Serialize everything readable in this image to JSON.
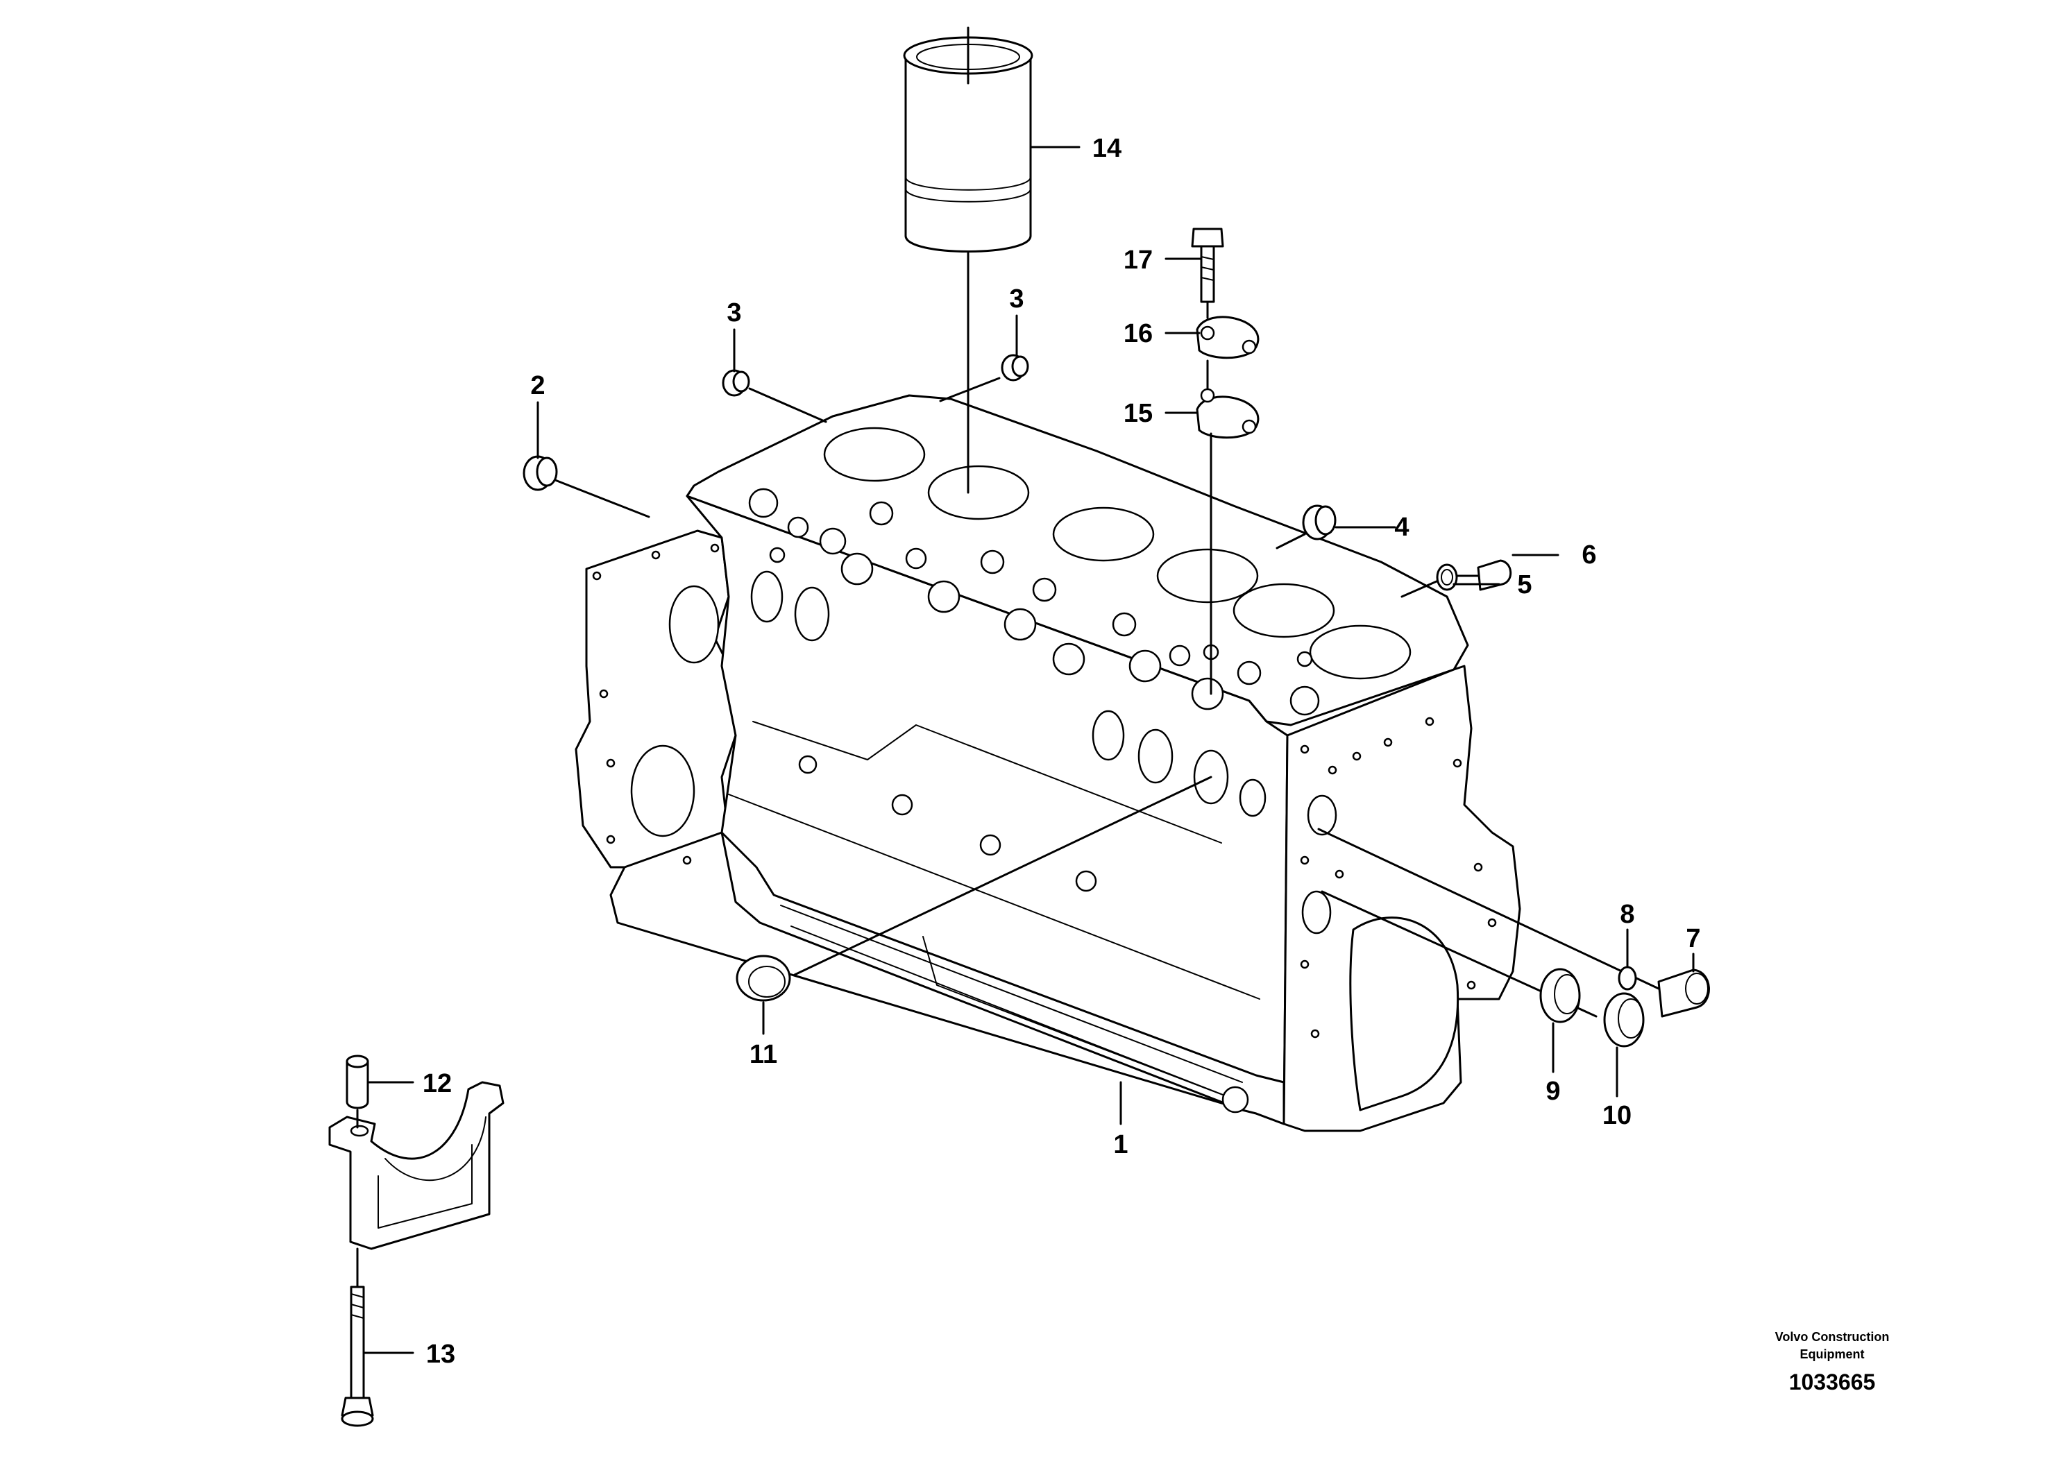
{
  "callouts": [
    {
      "id": "1",
      "label": "1"
    },
    {
      "id": "2",
      "label": "2"
    },
    {
      "id": "3a",
      "label": "3"
    },
    {
      "id": "3b",
      "label": "3"
    },
    {
      "id": "4",
      "label": "4"
    },
    {
      "id": "5",
      "label": "5"
    },
    {
      "id": "6",
      "label": "6"
    },
    {
      "id": "7",
      "label": "7"
    },
    {
      "id": "8",
      "label": "8"
    },
    {
      "id": "9",
      "label": "9"
    },
    {
      "id": "10",
      "label": "10"
    },
    {
      "id": "11",
      "label": "11"
    },
    {
      "id": "12",
      "label": "12"
    },
    {
      "id": "13",
      "label": "13"
    },
    {
      "id": "14",
      "label": "14"
    },
    {
      "id": "15",
      "label": "15"
    },
    {
      "id": "16",
      "label": "16"
    },
    {
      "id": "17",
      "label": "17"
    }
  ],
  "footer": {
    "brand_line1": "Volvo Construction",
    "brand_line2": "Equipment",
    "document_number": "1033665"
  }
}
